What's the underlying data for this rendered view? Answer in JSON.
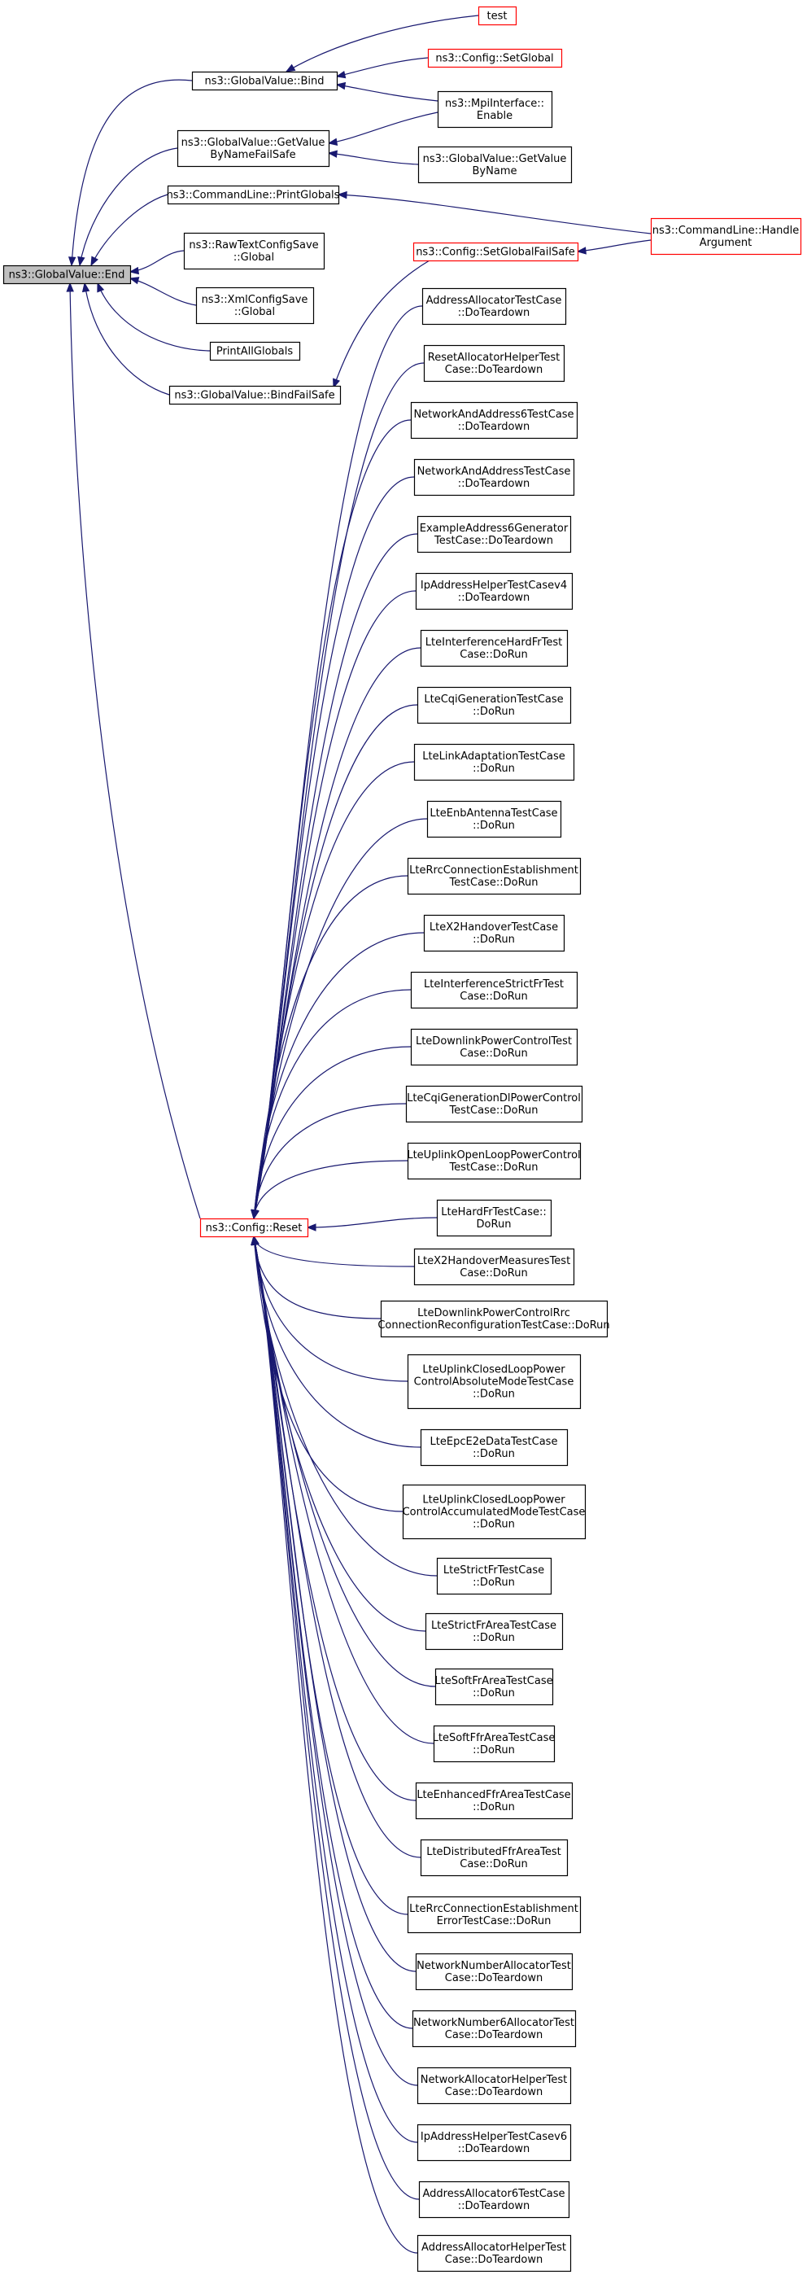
{
  "colors": {
    "edge": "#191970",
    "node_border": "#000000",
    "node_border_truncated": "#ff0000",
    "focus_fill": "#bfbfbf",
    "node_fill": "#ffffff"
  },
  "nodes": {
    "end": {
      "lines": [
        "ns3::GlobalValue::End"
      ],
      "focus": true
    },
    "bind": {
      "lines": [
        "ns3::GlobalValue::Bind"
      ]
    },
    "getvalue_bynamefailsafe": {
      "lines": [
        "ns3::GlobalValue::GetValue",
        "ByNameFailSafe"
      ]
    },
    "printglobals": {
      "lines": [
        "ns3::CommandLine::PrintGlobals"
      ]
    },
    "rawtext": {
      "lines": [
        "ns3::RawTextConfigSave",
        "::Global"
      ]
    },
    "xmlconfig": {
      "lines": [
        "ns3::XmlConfigSave",
        "::Global"
      ]
    },
    "printallglobals": {
      "lines": [
        "PrintAllGlobals"
      ]
    },
    "bindfailsafe": {
      "lines": [
        "ns3::GlobalValue::BindFailSafe"
      ]
    },
    "config_reset": {
      "lines": [
        "ns3::Config::Reset"
      ],
      "truncated": true
    },
    "test": {
      "lines": [
        "test"
      ],
      "truncated": true
    },
    "config_setglobal": {
      "lines": [
        "ns3::Config::SetGlobal"
      ],
      "truncated": true
    },
    "mpi_enable": {
      "lines": [
        "ns3::MpiInterface::",
        "Enable"
      ]
    },
    "getvalue_byname": {
      "lines": [
        "ns3::GlobalValue::GetValue",
        "ByName"
      ]
    },
    "handleargument": {
      "lines": [
        "ns3::CommandLine::Handle",
        "Argument"
      ],
      "truncated": true
    },
    "setglobalfailsafe": {
      "lines": [
        "ns3::Config::SetGlobalFailSafe"
      ],
      "truncated": true
    },
    "reset_callers": [
      {
        "lines": [
          "AddressAllocatorTestCase",
          "::DoTeardown"
        ]
      },
      {
        "lines": [
          "ResetAllocatorHelperTest",
          "Case::DoTeardown"
        ]
      },
      {
        "lines": [
          "NetworkAndAddress6TestCase",
          "::DoTeardown"
        ]
      },
      {
        "lines": [
          "NetworkAndAddressTestCase",
          "::DoTeardown"
        ]
      },
      {
        "lines": [
          "ExampleAddress6Generator",
          "TestCase::DoTeardown"
        ]
      },
      {
        "lines": [
          "IpAddressHelperTestCasev4",
          "::DoTeardown"
        ]
      },
      {
        "lines": [
          "LteInterferenceHardFrTest",
          "Case::DoRun"
        ]
      },
      {
        "lines": [
          "LteCqiGenerationTestCase",
          "::DoRun"
        ]
      },
      {
        "lines": [
          "LteLinkAdaptationTestCase",
          "::DoRun"
        ]
      },
      {
        "lines": [
          "LteEnbAntennaTestCase",
          "::DoRun"
        ]
      },
      {
        "lines": [
          "LteRrcConnectionEstablishment",
          "TestCase::DoRun"
        ]
      },
      {
        "lines": [
          "LteX2HandoverTestCase",
          "::DoRun"
        ]
      },
      {
        "lines": [
          "LteInterferenceStrictFrTest",
          "Case::DoRun"
        ]
      },
      {
        "lines": [
          "LteDownlinkPowerControlTest",
          "Case::DoRun"
        ]
      },
      {
        "lines": [
          "LteCqiGenerationDlPowerControl",
          "TestCase::DoRun"
        ]
      },
      {
        "lines": [
          "LteUplinkOpenLoopPowerControl",
          "TestCase::DoRun"
        ]
      },
      {
        "lines": [
          "LteHardFrTestCase::",
          "DoRun"
        ]
      },
      {
        "lines": [
          "LteX2HandoverMeasuresTest",
          "Case::DoRun"
        ]
      },
      {
        "lines": [
          "LteDownlinkPowerControlRrc",
          "ConnectionReconfigurationTestCase::DoRun"
        ]
      },
      {
        "lines": [
          "LteUplinkClosedLoopPower",
          "ControlAbsoluteModeTestCase",
          "::DoRun"
        ]
      },
      {
        "lines": [
          "LteEpcE2eDataTestCase",
          "::DoRun"
        ]
      },
      {
        "lines": [
          "LteUplinkClosedLoopPower",
          "ControlAccumulatedModeTestCase",
          "::DoRun"
        ]
      },
      {
        "lines": [
          "LteStrictFrTestCase",
          "::DoRun"
        ]
      },
      {
        "lines": [
          "LteStrictFrAreaTestCase",
          "::DoRun"
        ]
      },
      {
        "lines": [
          "LteSoftFrAreaTestCase",
          "::DoRun"
        ]
      },
      {
        "lines": [
          "LteSoftFfrAreaTestCase",
          "::DoRun"
        ]
      },
      {
        "lines": [
          "LteEnhancedFfrAreaTestCase",
          "::DoRun"
        ]
      },
      {
        "lines": [
          "LteDistributedFfrAreaTest",
          "Case::DoRun"
        ]
      },
      {
        "lines": [
          "LteRrcConnectionEstablishment",
          "ErrorTestCase::DoRun"
        ]
      },
      {
        "lines": [
          "NetworkNumberAllocatorTest",
          "Case::DoTeardown"
        ]
      },
      {
        "lines": [
          "NetworkNumber6AllocatorTest",
          "Case::DoTeardown"
        ]
      },
      {
        "lines": [
          "NetworkAllocatorHelperTest",
          "Case::DoTeardown"
        ]
      },
      {
        "lines": [
          "IpAddressHelperTestCasev6",
          "::DoTeardown"
        ]
      },
      {
        "lines": [
          "AddressAllocator6TestCase",
          "::DoTeardown"
        ]
      },
      {
        "lines": [
          "AddressAllocatorHelperTest",
          "Case::DoTeardown"
        ]
      }
    ]
  }
}
